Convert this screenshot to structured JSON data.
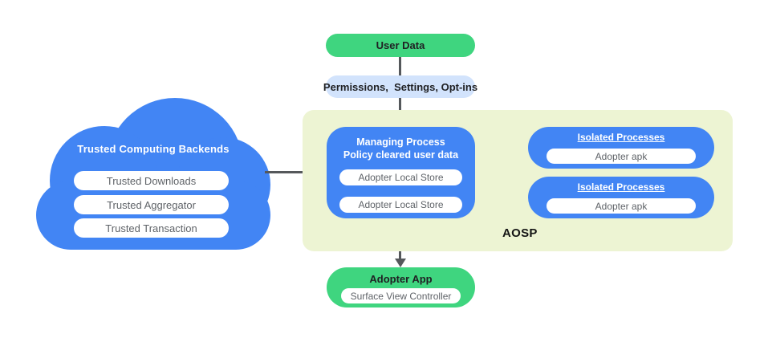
{
  "colors": {
    "node_blue": "#4285f4",
    "node_green": "#3fd57f",
    "permissions_light_blue": "#d2e3fc",
    "aosp_container_bg": "#edf4d3",
    "connector_line": "#55585b",
    "pill_bg": "#ffffff",
    "pill_text_gray": "#5f6368",
    "dark_text": "#202124"
  },
  "icons": {
    "arrow_down_icon": "css-triangle-down"
  },
  "cloud": {
    "title": "Trusted Computing Backends",
    "items": [
      "Trusted Downloads",
      "Trusted Aggregator",
      "Trusted Transaction"
    ]
  },
  "flow": {
    "user_data": "User Data",
    "permissions": "Permissions,  Settings, Opt-ins"
  },
  "aosp": {
    "label": "AOSP",
    "managing_process": {
      "title_line1": "Managing Process",
      "title_line2": "Policy cleared user data",
      "stores": [
        "Adopter Local Store",
        "Adopter Local Store"
      ]
    },
    "isolated_processes": [
      {
        "title": "Isolated Processes",
        "item": "Adopter apk"
      },
      {
        "title": "Isolated Processes",
        "item": "Adopter apk"
      }
    ]
  },
  "adopter_app": {
    "title": "Adopter App",
    "item": "Surface View Controller"
  }
}
